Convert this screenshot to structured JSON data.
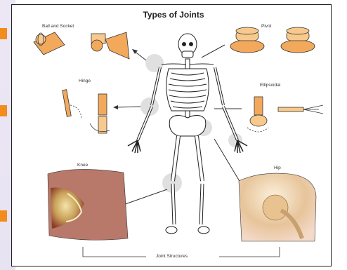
{
  "title": "Types of Joints",
  "labels": {
    "ball_socket": "Ball and Socket",
    "pivot": "Pivot",
    "hinge": "Hinge",
    "ellipsoidal": "Ellipsoidal",
    "knee": "Knee",
    "hip": "Hip",
    "joint_structures": "Joint Structures"
  },
  "colors": {
    "bone_orange": "#f2a95c",
    "bone_light": "#f8c98c",
    "skeleton": "#ffffff",
    "outline": "#333333",
    "highlight": "#d8d8d8",
    "accent_stripe": "#f28c1c",
    "slide_bg": "#ece6f5"
  }
}
